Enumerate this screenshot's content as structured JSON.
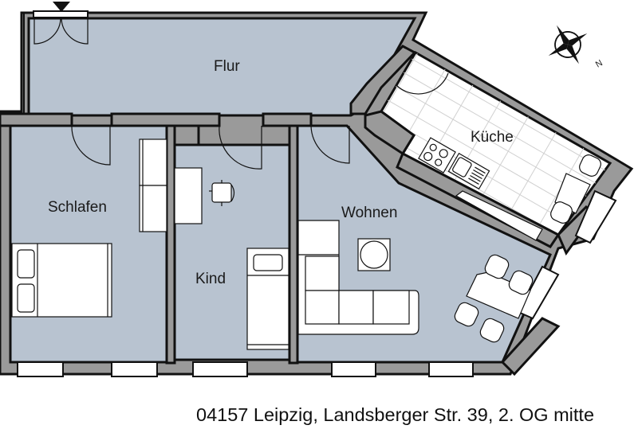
{
  "plan": {
    "caption": "04157 Leipzig, Landsberger Str. 39, 2. OG mitte",
    "rooms": [
      {
        "id": "flur",
        "label": "Flur"
      },
      {
        "id": "kueche",
        "label": "Küche"
      },
      {
        "id": "schlafen",
        "label": "Schlafen"
      },
      {
        "id": "kind",
        "label": "Kind"
      },
      {
        "id": "wohnen",
        "label": "Wohnen"
      }
    ],
    "compass": {
      "icon": "compass-rose-icon",
      "label": "N"
    },
    "entrance": {
      "icon": "entrance-arrow-icon"
    },
    "colors": {
      "floor": "#b8c3d0",
      "wall": "#9a9a9a",
      "outline": "#111111",
      "kitchen_floor": "#ffffff"
    }
  }
}
